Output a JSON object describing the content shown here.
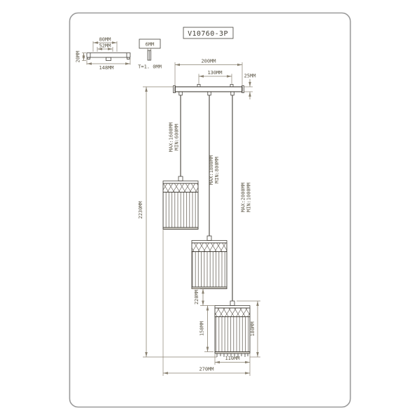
{
  "title": "V10760-3P",
  "canopy_detail": {
    "width_outer": "80MM",
    "width_inner": "52MM",
    "height": "20MM",
    "width_total": "148MM",
    "bracket_width": "6MM",
    "thickness": "T=1. 0MM"
  },
  "main": {
    "plate_width": "200MM",
    "hole_spacing": "130MM",
    "plate_height": "25MM",
    "total_height": "2230MM",
    "cords": [
      {
        "max": "MAX:1600MM",
        "min": "MIN:600MM"
      },
      {
        "max": "MAX:1800MM",
        "min": "MIN:800MM"
      },
      {
        "max": "MAX:2000MM",
        "min": "MIN:1000MM"
      }
    ],
    "shade_gap": "220MM",
    "shade_height": "150MM",
    "shade_total": "180MM",
    "shade_width": "110MM",
    "span_width": "270MM"
  }
}
